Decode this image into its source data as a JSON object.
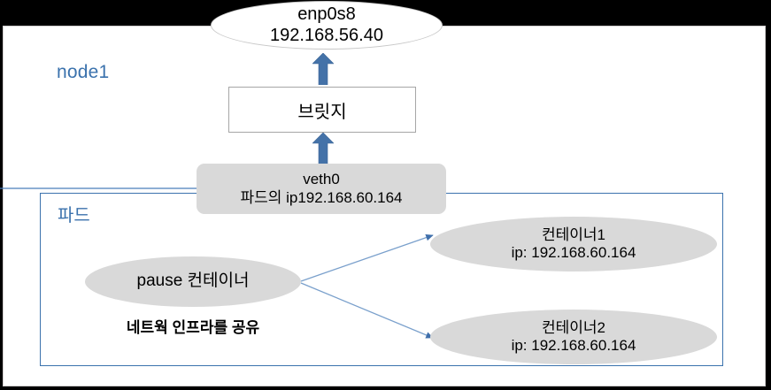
{
  "diagram": {
    "node": {
      "label": "node1",
      "border_color": "#d0cece",
      "label_color": "#3b72ad"
    },
    "host_interface": {
      "name": "enp0s8",
      "ip": "192.168.56.40"
    },
    "bridge": {
      "label": "브릿지"
    },
    "veth": {
      "name": "veth0",
      "ip_label": "파드의 ip192.168.60.164"
    },
    "pod": {
      "label": "파드",
      "border_color": "#3b72ad"
    },
    "pause_container": {
      "label": "pause 컨테이너",
      "note": "네트웍 인프라를 공유"
    },
    "containers": [
      {
        "name": "컨테이너1",
        "ip": "ip: 192.168.60.164"
      },
      {
        "name": "컨테이너2",
        "ip": "ip: 192.168.60.164"
      }
    ],
    "arrows": {
      "block_arrow_color": "#4472a8",
      "connector_color": "#4a7ebb",
      "up_arrow_1_name": "bridge-to-enp0s8-arrow",
      "up_arrow_2_name": "veth0-to-bridge-arrow"
    },
    "colors": {
      "accent_blue": "#3b72ad",
      "shape_gray": "#d9d9d9",
      "backdrop": "#000000"
    }
  }
}
